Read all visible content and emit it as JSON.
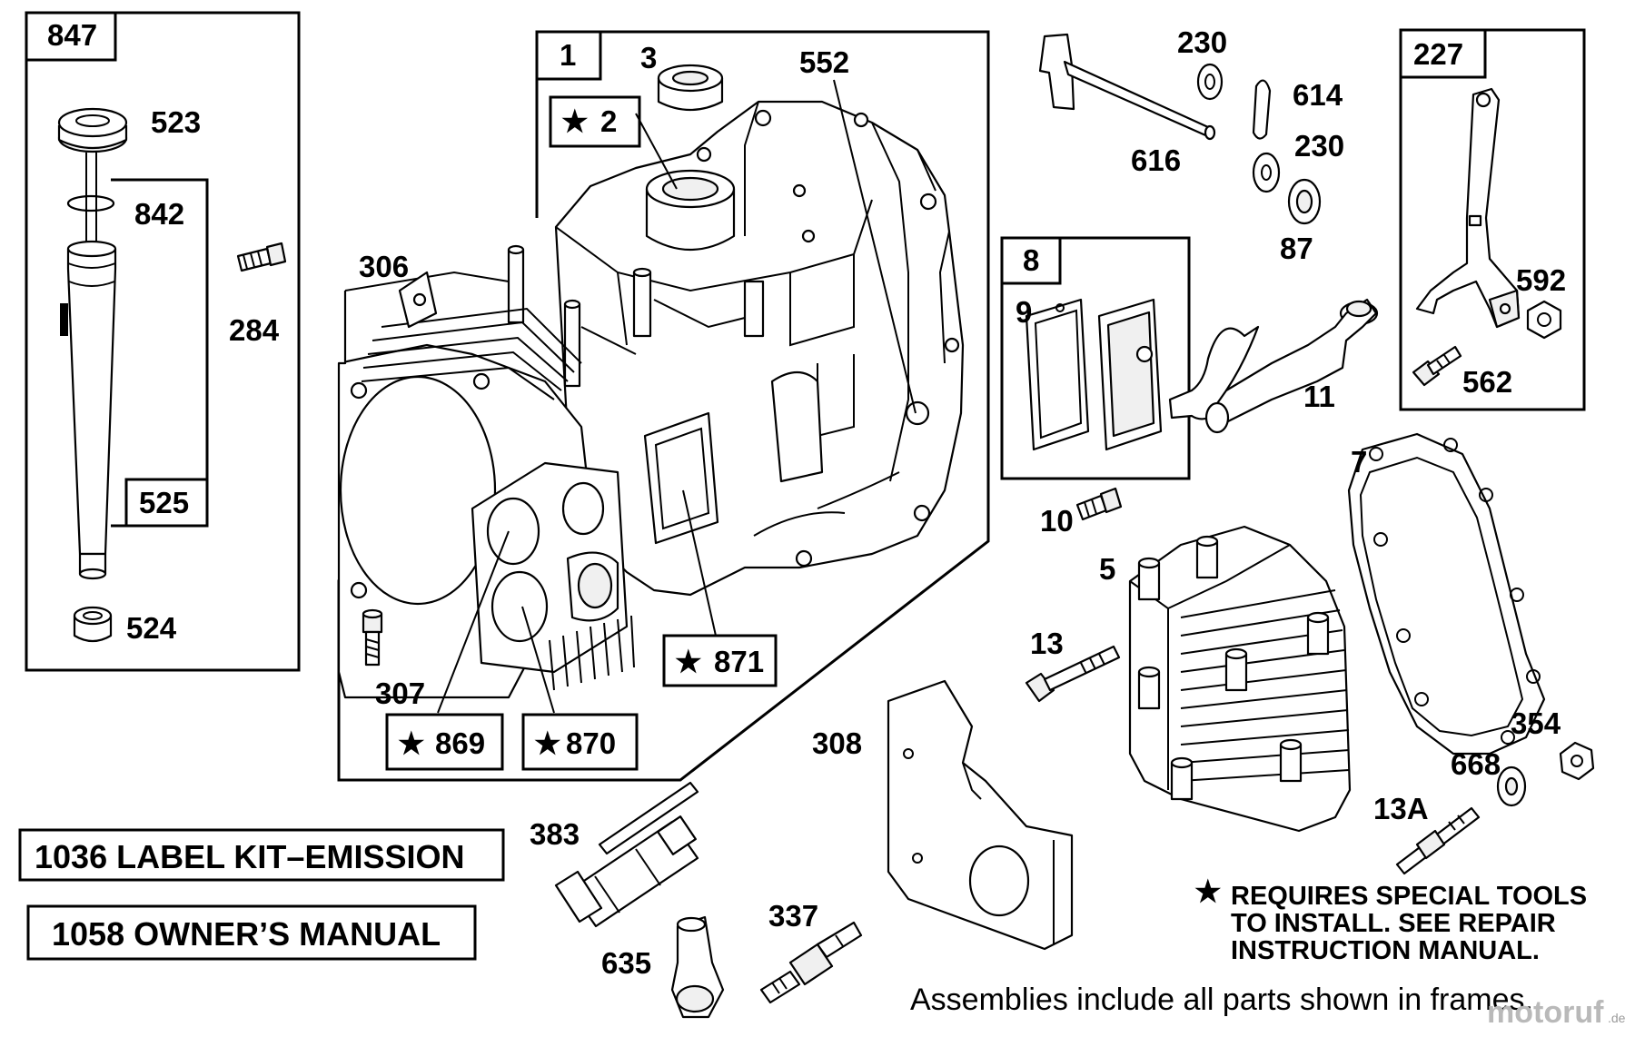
{
  "frames": {
    "f847": "847",
    "f525": "525",
    "f1": "1",
    "f8": "8",
    "f227": "227"
  },
  "callouts": {
    "c523": "523",
    "c842": "842",
    "c284": "284",
    "c524": "524",
    "c3": "3",
    "c552": "552",
    "c306": "306",
    "c307": "307",
    "c230a": "230",
    "c614": "614",
    "c616": "616",
    "c230b": "230",
    "c87": "87",
    "c9": "9",
    "c11": "11",
    "c592": "592",
    "c562": "562",
    "c7": "7",
    "c10": "10",
    "c5": "5",
    "c13": "13",
    "c308": "308",
    "c354": "354",
    "c668": "668",
    "c13a": "13A",
    "c383": "383",
    "c337": "337",
    "c635": "635"
  },
  "star_callouts": {
    "s2": "2",
    "s871": "871",
    "s869": "869",
    "s870": "870"
  },
  "star_symbol": "★",
  "kits": {
    "label_kit": "1036 LABEL KIT–EMISSION",
    "owners_manual": "1058 OWNER’S MANUAL"
  },
  "note": {
    "line1": "REQUIRES SPECIAL TOOLS",
    "line2": "TO INSTALL.  SEE REPAIR",
    "line3": "INSTRUCTION MANUAL."
  },
  "footer": "Assemblies include all parts shown in frames.",
  "watermark": "motoruf",
  "watermark_suffix": ".de"
}
